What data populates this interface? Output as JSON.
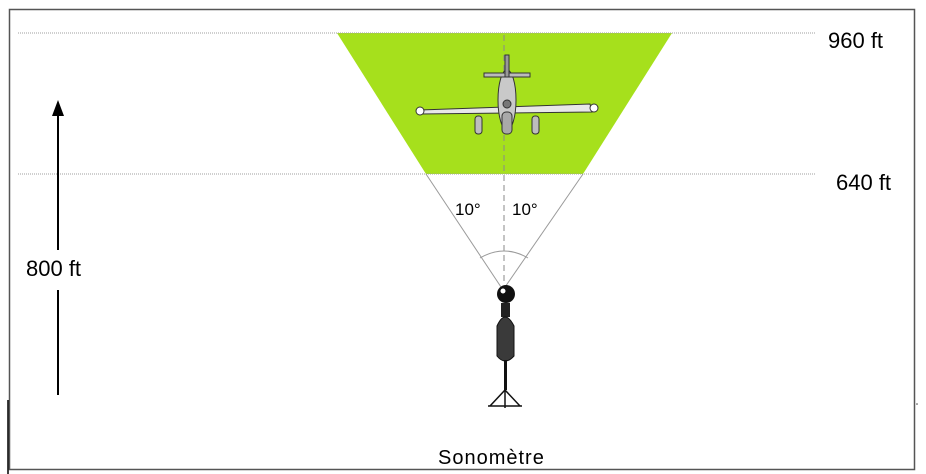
{
  "diagram": {
    "upper_altitude": "960 ft",
    "lower_altitude": "640 ft",
    "reference_altitude": "800 ft",
    "left_angle": "10°",
    "right_angle": "10°",
    "instrument_label": "Sonomètre"
  },
  "colors": {
    "zone_fill": "#a6e01c",
    "cone_lines": "#9a9a9a",
    "guide_lines": "#9f9f9f",
    "frame": "#555555",
    "ink": "#000000"
  },
  "icons": {
    "aircraft": "aircraft-icon",
    "sound_level_meter": "sound-level-meter-icon",
    "tripod": "tripod-icon",
    "arrow": "up-arrow-icon"
  }
}
